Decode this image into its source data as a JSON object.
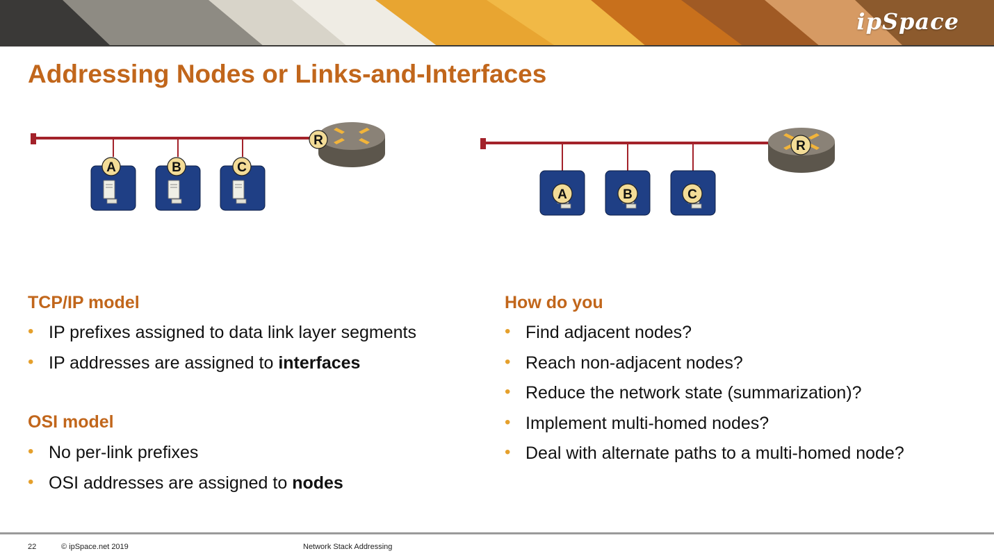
{
  "header": {
    "logo_text": "ipSpace",
    "title": "Addressing Nodes or Links-and-Interfaces"
  },
  "diagrams": {
    "left": {
      "router_label": "R",
      "hosts": [
        "A",
        "B",
        "C"
      ]
    },
    "right": {
      "router_label": "R",
      "hosts": [
        "A",
        "B",
        "C"
      ]
    }
  },
  "left_column": {
    "tcpip": {
      "heading": "TCP/IP model",
      "items": [
        {
          "text": "IP prefixes assigned to data link layer segments",
          "bold": ""
        },
        {
          "text": "IP addresses are assigned to ",
          "bold": "interfaces"
        }
      ]
    },
    "osi": {
      "heading": "OSI model",
      "items": [
        {
          "text": "No per-link prefixes",
          "bold": ""
        },
        {
          "text": "OSI addresses are assigned to ",
          "bold": "nodes"
        }
      ]
    }
  },
  "right_column": {
    "heading": "How do you",
    "items": [
      "Find adjacent nodes?",
      "Reach non-adjacent nodes?",
      "Reduce the network state (summarization)?",
      "Implement multi-homed nodes?",
      "Deal with alternate paths to a multi-homed node?"
    ]
  },
  "footer": {
    "page_number": "22",
    "copyright": "© ipSpace.net 2019",
    "deck_title": "Network Stack Addressing"
  },
  "colors": {
    "accent": "#c1661b",
    "bullet": "#e5a02c",
    "link_line": "#a3222a",
    "host_box": "#1f3f85",
    "label_circle": "#f3dc97",
    "router_body": "#7a7266"
  },
  "icons": {
    "router": "router-icon",
    "host": "server-icon"
  }
}
